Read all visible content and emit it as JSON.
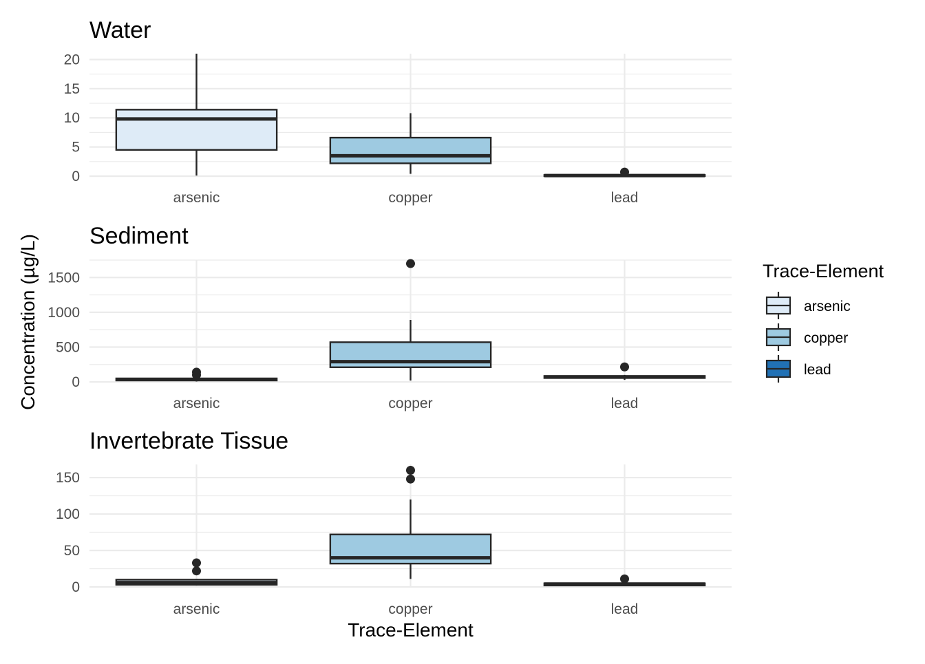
{
  "chart_data": {
    "type": "boxplot",
    "xlabel": "Trace-Element",
    "ylabel": "Concentration (µg/L)",
    "legend": {
      "title": "Trace-Element",
      "placement": "right",
      "entries": [
        {
          "name": "arsenic",
          "color": "#deebf7"
        },
        {
          "name": "copper",
          "color": "#9ecae1"
        },
        {
          "name": "lead",
          "color": "#2171b5"
        }
      ]
    },
    "grid": true,
    "categories": [
      "arsenic",
      "copper",
      "lead"
    ],
    "panels": [
      {
        "title": "Water",
        "ylim": [
          0,
          21
        ],
        "yticks": [
          0,
          5,
          10,
          15,
          20
        ],
        "boxes": [
          {
            "category": "arsenic",
            "min": 0.1,
            "q1": 4.5,
            "median": 9.8,
            "q3": 11.4,
            "max": 21.0,
            "outliers": []
          },
          {
            "category": "copper",
            "min": 0.4,
            "q1": 2.2,
            "median": 3.5,
            "q3": 6.6,
            "max": 10.8,
            "outliers": []
          },
          {
            "category": "lead",
            "min": 0.0,
            "q1": 0.0,
            "median": 0.1,
            "q3": 0.2,
            "max": 0.3,
            "outliers": [
              0.7
            ]
          }
        ]
      },
      {
        "title": "Sediment",
        "ylim": [
          0,
          1750
        ],
        "yticks": [
          0,
          500,
          1000,
          1500
        ],
        "boxes": [
          {
            "category": "arsenic",
            "min": 5,
            "q1": 20,
            "median": 35,
            "q3": 50,
            "max": 60,
            "outliers": [
              100,
              140
            ]
          },
          {
            "category": "copper",
            "min": 20,
            "q1": 210,
            "median": 290,
            "q3": 570,
            "max": 890,
            "outliers": [
              1700
            ]
          },
          {
            "category": "lead",
            "min": 30,
            "q1": 55,
            "median": 70,
            "q3": 85,
            "max": 100,
            "outliers": [
              215
            ]
          }
        ]
      },
      {
        "title": "Invertebrate Tissue",
        "ylim": [
          0,
          168
        ],
        "yticks": [
          0,
          50,
          100,
          150
        ],
        "boxes": [
          {
            "category": "arsenic",
            "min": 2,
            "q1": 3,
            "median": 6,
            "q3": 10,
            "max": 11,
            "outliers": [
              22,
              33
            ]
          },
          {
            "category": "copper",
            "min": 11,
            "q1": 32,
            "median": 40,
            "q3": 72,
            "max": 120,
            "outliers": [
              148,
              160
            ]
          },
          {
            "category": "lead",
            "min": 1,
            "q1": 2,
            "median": 4,
            "q3": 5,
            "max": 6,
            "outliers": [
              11
            ]
          }
        ]
      }
    ]
  }
}
